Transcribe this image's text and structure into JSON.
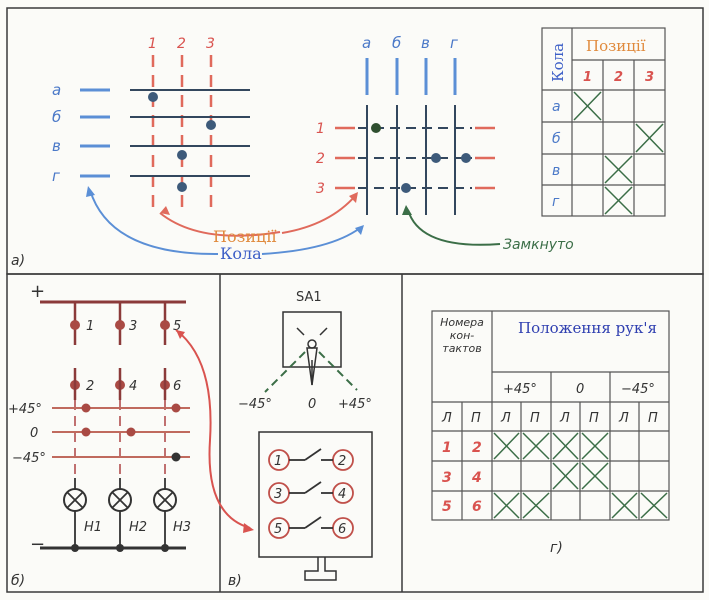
{
  "panel_a": {
    "caption": "а)",
    "circuits": [
      "а",
      "б",
      "в",
      "г"
    ],
    "positions": [
      "1",
      "2",
      "3"
    ],
    "label_positions": "Позиції",
    "label_circuits": "Кола",
    "label_closed": "Замкнуто",
    "table_circuits_header": "Кола",
    "table_positions_header": "Позиції",
    "table_rows": [
      "а",
      "б",
      "в",
      "г"
    ],
    "table_cols": [
      "1",
      "2",
      "3"
    ]
  },
  "panel_b": {
    "caption": "б)",
    "plus": "+",
    "minus": "−",
    "contacts": [
      "1",
      "3",
      "5",
      "2",
      "4",
      "6"
    ],
    "angles": [
      "+45°",
      "0",
      "−45°"
    ],
    "lamps": [
      "Н1",
      "Н2",
      "Н3"
    ]
  },
  "panel_v": {
    "caption": "в)",
    "switch_name": "SA1",
    "angle_left": "−45°",
    "angle_mid": "0",
    "angle_right": "+45°",
    "pairs": [
      [
        "1",
        "2"
      ],
      [
        "3",
        "4"
      ],
      [
        "5",
        "6"
      ]
    ]
  },
  "panel_g": {
    "caption": "г)",
    "contacts_header": "Номера кон-тактов",
    "handle_header": "Положення рук'я",
    "angles": [
      "+45°",
      "0",
      "−45°"
    ],
    "sub_left": "Л",
    "sub_right": "П",
    "rows": [
      [
        "1",
        "2"
      ],
      [
        "3",
        "4"
      ],
      [
        "5",
        "6"
      ]
    ]
  }
}
